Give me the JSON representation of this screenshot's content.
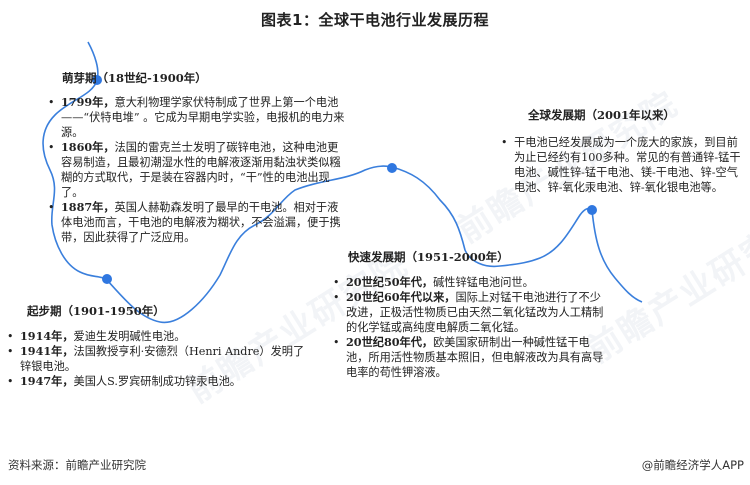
{
  "title": "图表1：全球干电池行业发展历程",
  "colors": {
    "curve": "#3a7fdc",
    "dot": "#2f77e0",
    "text": "#222222",
    "watermark": "#f2f4f7"
  },
  "stages": [
    {
      "heading": "萌芽期（18世纪-1900年）",
      "items": [
        {
          "year": "1799年，",
          "text": "意大利物理学家伏特制成了世界上第一个电池——“伏特电堆” 。它成为早期电学实验，电报机的电力来源。"
        },
        {
          "year": "1860年，",
          "text": "法国的雷克兰士发明了碳锌电池，这种电池更容易制造，且最初潮湿水性的电解液逐渐用黏浊状类似糨糊的方式取代，于是装在容器内时，“干”性的电池出现了。"
        },
        {
          "year": "1887年，",
          "text": "英国人赫勒森发明了最早的干电池。相对于液体电池而言，干电池的电解液为糊状，不会溢漏，便于携带，因此获得了广泛应用。"
        }
      ]
    },
    {
      "heading": "起步期（1901-1950年）",
      "items": [
        {
          "year": "1914年，",
          "text": "爱迪生发明碱性电池。"
        },
        {
          "year": "1941年，",
          "text": "法国教授亨利·安德烈（Henri Andre）发明了锌银电池。"
        },
        {
          "year": "1947年，",
          "text": "美国人S.罗宾研制成功锌汞电池。"
        }
      ]
    },
    {
      "heading": "快速发展期（1951-2000年）",
      "items": [
        {
          "year": "20世纪50年代，",
          "text": "碱性锌锰电池问世。"
        },
        {
          "year": "20世纪60年代以来，",
          "text": "国际上对锰干电池进行了不少改进，正极活性物质已由天然二氧化锰改为人工精制的化学锰或高纯度电解质二氧化锰。"
        },
        {
          "year": "20世纪80年代，",
          "text": "欧美国家研制出一种碱性锰干电池，所用活性物质基本照旧，但电解液改为具有高导电率的苟性钾溶液。"
        }
      ]
    },
    {
      "heading": "全球发展期（2001年以来）",
      "items": [
        {
          "year": "",
          "text": "干电池已经发展成为一个庞大的家族，到目前为止已经约有100多种。常见的有普通锌-锰干电池、碱性锌-锰干电池、镁-干电池、锌-空气电池、锌-氧化汞电池、锌-氧化银电池等。"
        }
      ]
    }
  ],
  "watermark": {
    "text": "前瞻产业研究院"
  },
  "footer": {
    "source": "资料来源：前瞻产业研究院",
    "credit": "@前瞻经济学人APP"
  }
}
